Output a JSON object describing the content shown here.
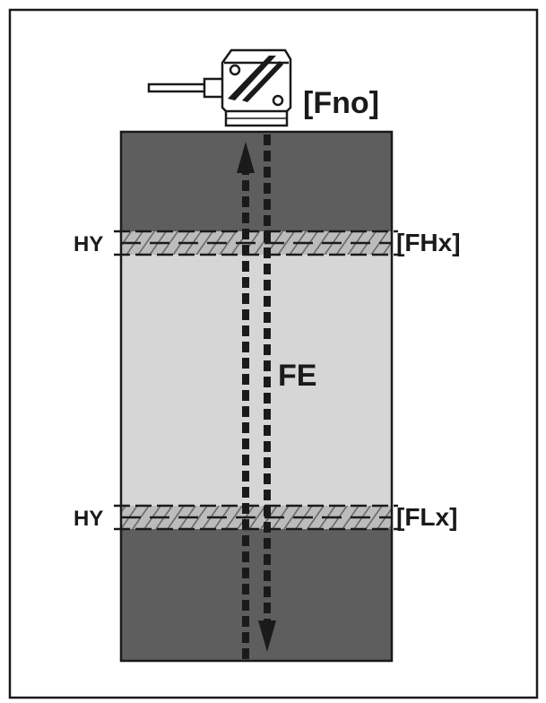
{
  "labels": {
    "sensor": "[Fno]",
    "hysteresis_top": "HY",
    "high_threshold": "[FHx]",
    "range": "FE",
    "hysteresis_bottom": "HY",
    "low_threshold": "[FLx]"
  },
  "colors": {
    "frame": "#1a1a1a",
    "outer_zone": "#5e5e5e",
    "inner_zone": "#d6d6d6",
    "hatch_band": "#bcbcbc",
    "arrow": "#1a1a1a",
    "sensor_body": "#ffffff"
  },
  "icons": {
    "sensor": "flow-sensor-icon",
    "arrow_up": "arrow-up-icon",
    "arrow_down": "arrow-down-icon"
  }
}
